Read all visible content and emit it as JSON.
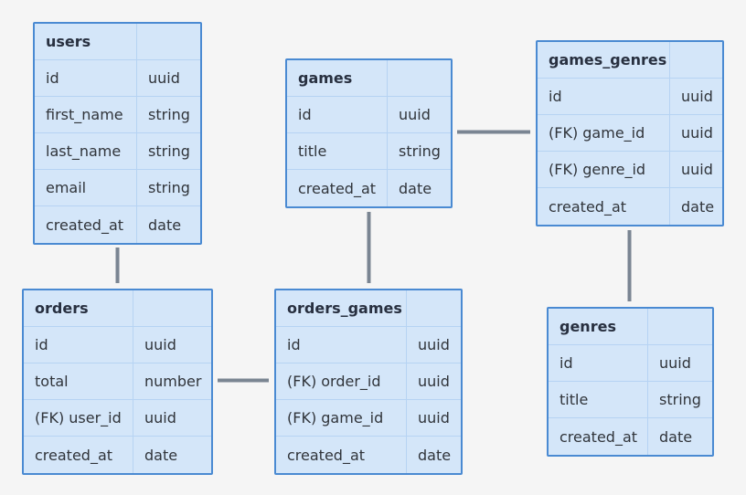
{
  "colors": {
    "background": "#f5f5f5",
    "entity_fill": "#d4e6f9",
    "entity_border": "#4a8ad2",
    "divider": "#b6d3f3",
    "connector": "#7a8592",
    "text": "#30343a"
  },
  "entities": {
    "users": {
      "name": "users",
      "fields": [
        {
          "name": "id",
          "type": "uuid"
        },
        {
          "name": "first_name",
          "type": "string"
        },
        {
          "name": "last_name",
          "type": "string"
        },
        {
          "name": "email",
          "type": "string"
        },
        {
          "name": "created_at",
          "type": "date"
        }
      ]
    },
    "games": {
      "name": "games",
      "fields": [
        {
          "name": "id",
          "type": "uuid"
        },
        {
          "name": "title",
          "type": "string"
        },
        {
          "name": "created_at",
          "type": "date"
        }
      ]
    },
    "games_genres": {
      "name": "games_genres",
      "fields": [
        {
          "name": "id",
          "type": "uuid"
        },
        {
          "name": "(FK) game_id",
          "type": "uuid"
        },
        {
          "name": "(FK) genre_id",
          "type": "uuid"
        },
        {
          "name": "created_at",
          "type": "date"
        }
      ]
    },
    "orders": {
      "name": "orders",
      "fields": [
        {
          "name": "id",
          "type": "uuid"
        },
        {
          "name": "total",
          "type": "number"
        },
        {
          "name": "(FK) user_id",
          "type": "uuid"
        },
        {
          "name": "created_at",
          "type": "date"
        }
      ]
    },
    "orders_games": {
      "name": "orders_games",
      "fields": [
        {
          "name": "id",
          "type": "uuid"
        },
        {
          "name": "(FK) order_id",
          "type": "uuid"
        },
        {
          "name": "(FK) game_id",
          "type": "uuid"
        },
        {
          "name": "created_at",
          "type": "date"
        }
      ]
    },
    "genres": {
      "name": "genres",
      "fields": [
        {
          "name": "id",
          "type": "uuid"
        },
        {
          "name": "title",
          "type": "string"
        },
        {
          "name": "created_at",
          "type": "date"
        }
      ]
    }
  },
  "relationships": [
    {
      "from": "users",
      "to": "orders"
    },
    {
      "from": "orders",
      "to": "orders_games"
    },
    {
      "from": "games",
      "to": "orders_games"
    },
    {
      "from": "games",
      "to": "games_genres"
    },
    {
      "from": "games_genres",
      "to": "genres"
    }
  ]
}
